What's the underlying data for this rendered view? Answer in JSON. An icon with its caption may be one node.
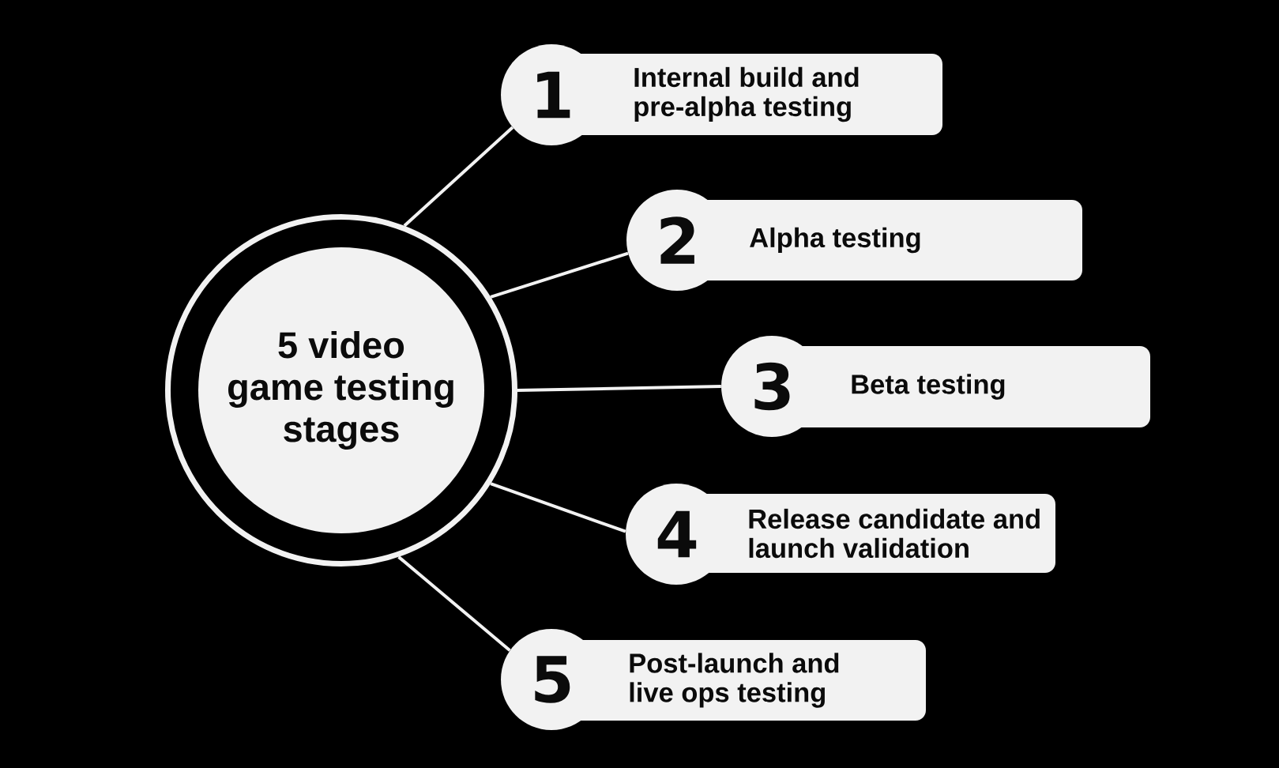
{
  "diagram": {
    "nodes": [
      {
        "text": [
          "5 video game testing stages"
        ]
      },
      {
        "text": [
          "1",
          "Internal build and pre-alpha testing"
        ]
      },
      {
        "text": [
          "2",
          "Alpha testing"
        ]
      },
      {
        "text": [
          "3",
          "Beta testing"
        ]
      },
      {
        "text": [
          "4",
          "Release candidate and launch validation"
        ]
      },
      {
        "text": [
          "5",
          "Post-launch and live ops testing"
        ]
      }
    ],
    "edges": [
      {
        "from": 0,
        "to": 1,
        "arrow": "none"
      },
      {
        "from": 0,
        "to": 2,
        "arrow": "none"
      },
      {
        "from": 0,
        "to": 3,
        "arrow": "none"
      },
      {
        "from": 0,
        "to": 4,
        "arrow": "none"
      },
      {
        "from": 0,
        "to": 5,
        "arrow": "none"
      }
    ]
  }
}
